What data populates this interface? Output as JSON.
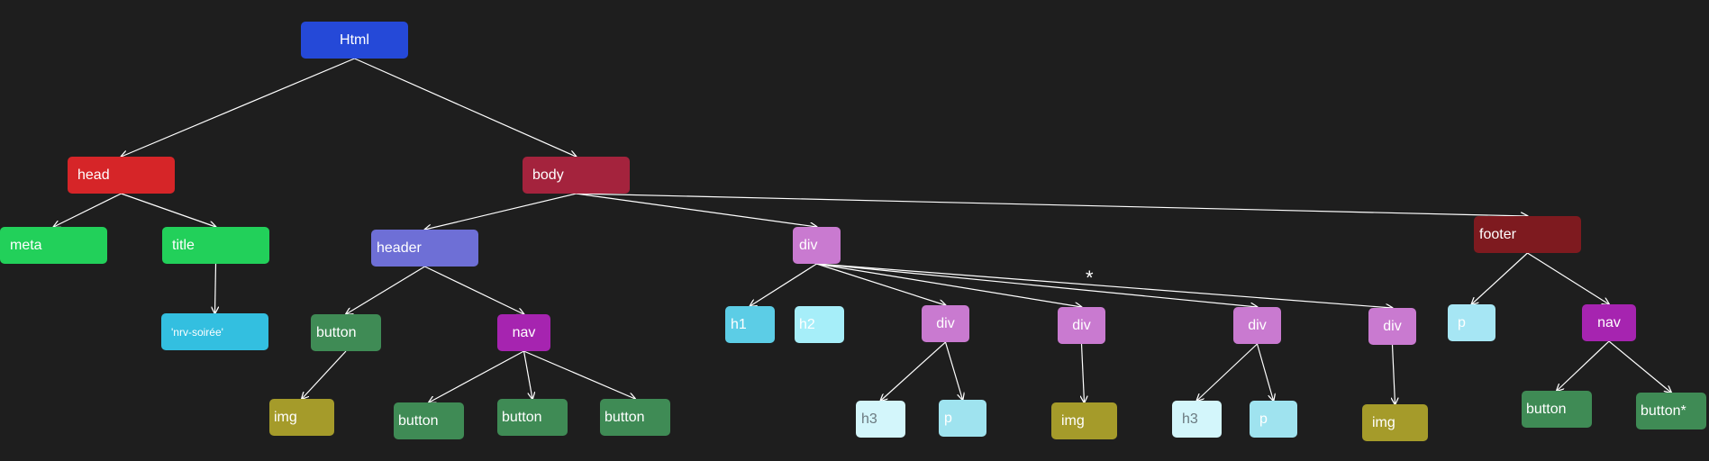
{
  "colors": {
    "background": "#1e1e1e",
    "edge": "#ffffff"
  },
  "nodes": {
    "html": {
      "label": "Html",
      "color": "#2549d8"
    },
    "head": {
      "label": "head",
      "color": "#d62528"
    },
    "body": {
      "label": "body",
      "color": "#a4233d"
    },
    "meta": {
      "label": "meta",
      "color": "#22d05a"
    },
    "title": {
      "label": "title",
      "color": "#22d05a"
    },
    "title_text": {
      "label": "'nrv-soirée'",
      "color": "#33bfe0"
    },
    "header": {
      "label": "header",
      "color": "#6e6fd6"
    },
    "div_main": {
      "label": "div",
      "color": "#c97ad0"
    },
    "footer": {
      "label": "footer",
      "color": "#7e1a1f"
    },
    "hdr_button": {
      "label": "button",
      "color": "#3f8b55"
    },
    "hdr_nav": {
      "label": "nav",
      "color": "#a624b0"
    },
    "hdr_img": {
      "label": "img",
      "color": "#a59b2a"
    },
    "nav_btn1": {
      "label": "button",
      "color": "#3f8b55"
    },
    "nav_btn2": {
      "label": "button",
      "color": "#3f8b55"
    },
    "nav_btn3": {
      "label": "button",
      "color": "#3f8b55"
    },
    "h1": {
      "label": "h1",
      "color": "#5ccde6"
    },
    "h2": {
      "label": "h2",
      "color": "#a6eef9"
    },
    "div1": {
      "label": "div",
      "color": "#c97ad0"
    },
    "div2": {
      "label": "div",
      "color": "#c97ad0"
    },
    "div3": {
      "label": "div",
      "color": "#c97ad0"
    },
    "div4": {
      "label": "div",
      "color": "#c97ad0"
    },
    "div1_h3": {
      "label": "h3",
      "color": "#d3f6fb"
    },
    "div1_p": {
      "label": "p",
      "color": "#9fe3ef"
    },
    "div2_img": {
      "label": "img",
      "color": "#a59b2a"
    },
    "div3_h3": {
      "label": "h3",
      "color": "#d3f6fb"
    },
    "div3_p": {
      "label": "p",
      "color": "#9fe3ef"
    },
    "div4_img": {
      "label": "img",
      "color": "#a59b2a"
    },
    "footer_p": {
      "label": "p",
      "color": "#a6e6f4"
    },
    "footer_nav": {
      "label": "nav",
      "color": "#a624b0"
    },
    "ft_btn1": {
      "label": "button",
      "color": "#3f8b55"
    },
    "ft_btn2": {
      "label": "button*",
      "color": "#3f8b55"
    }
  },
  "edges": [
    [
      "html",
      "head"
    ],
    [
      "html",
      "body"
    ],
    [
      "head",
      "meta"
    ],
    [
      "head",
      "title"
    ],
    [
      "title",
      "title_text"
    ],
    [
      "body",
      "header"
    ],
    [
      "body",
      "div_main"
    ],
    [
      "body",
      "footer"
    ],
    [
      "header",
      "hdr_button"
    ],
    [
      "header",
      "hdr_nav"
    ],
    [
      "hdr_button",
      "hdr_img"
    ],
    [
      "hdr_nav",
      "nav_btn1"
    ],
    [
      "hdr_nav",
      "nav_btn2"
    ],
    [
      "hdr_nav",
      "nav_btn3"
    ],
    [
      "div_main",
      "h1"
    ],
    [
      "div_main",
      "div1"
    ],
    [
      "div_main",
      "div2"
    ],
    [
      "div_main",
      "div3"
    ],
    [
      "div_main",
      "div4"
    ],
    [
      "div1",
      "div1_h3"
    ],
    [
      "div1",
      "div1_p"
    ],
    [
      "div2",
      "div2_img"
    ],
    [
      "div3",
      "div3_h3"
    ],
    [
      "div3",
      "div3_p"
    ],
    [
      "div4",
      "div4_img"
    ],
    [
      "footer",
      "footer_p"
    ],
    [
      "footer",
      "footer_nav"
    ],
    [
      "footer_nav",
      "ft_btn1"
    ],
    [
      "footer_nav",
      "ft_btn2"
    ]
  ],
  "annotation": "*"
}
